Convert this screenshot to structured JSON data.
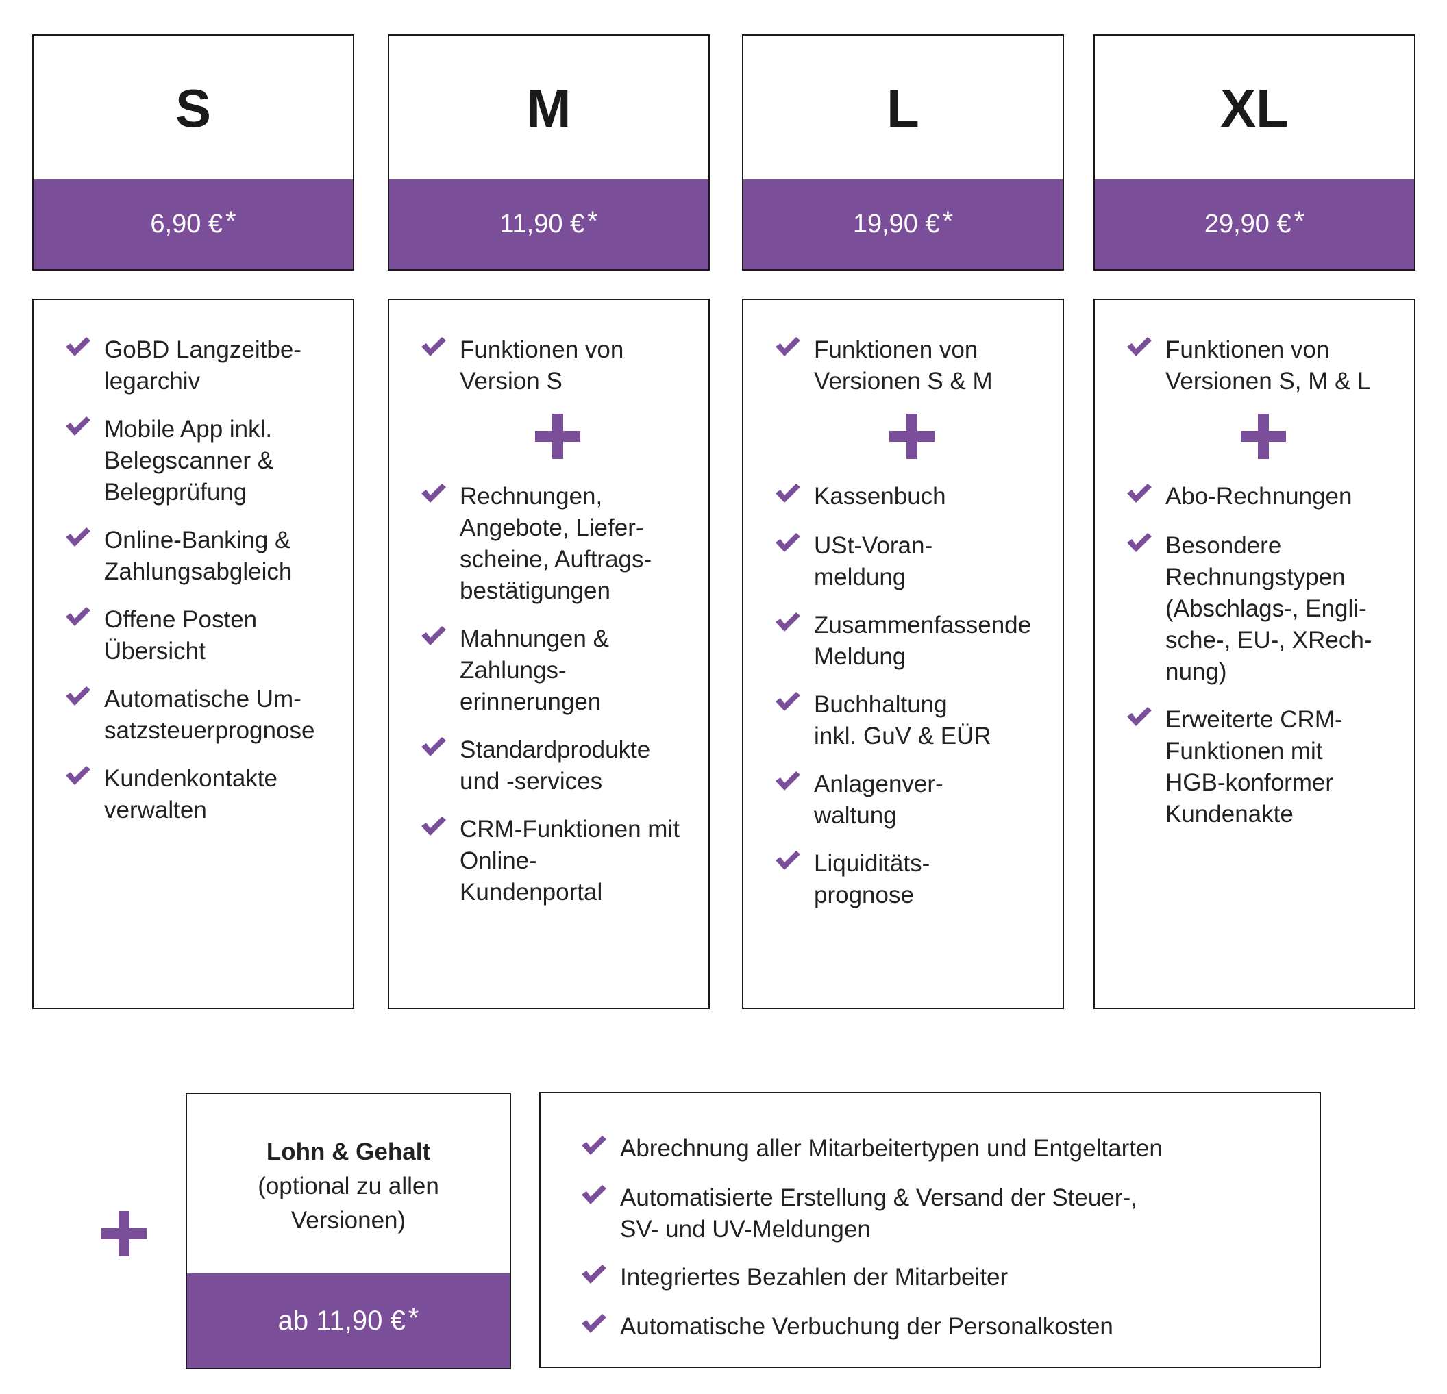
{
  "colors": {
    "accent": "#7b4e9a",
    "border": "#1a1a1a"
  },
  "icons": {
    "check": "check-icon",
    "plus": "plus-icon"
  },
  "plans": [
    {
      "name": "S",
      "price": "6,90 €",
      "asterisk": "*",
      "intro": null,
      "features": [
        "GoBD Langzeitbe-\nlegarchiv",
        "Mobile App inkl.\nBelegscanner &\nBelegprüfung",
        "Online-Banking &\nZahlungsabgleich",
        "Offene Posten\nÜbersicht",
        "Automatische Um-\nsatzsteuerprognose",
        "Kundenkontakte\nverwalten"
      ]
    },
    {
      "name": "M",
      "price": "11,90 €",
      "asterisk": "*",
      "intro": "Funktionen von\nVersion S",
      "features": [
        "Rechnungen,\nAngebote, Liefer-\nscheine, Auftrags-\nbestätigungen",
        "Mahnungen &\nZahlungs-\nerinnerungen",
        "Standardprodukte\nund -services",
        "CRM-Funktionen mit\nOnline-\nKundenportal"
      ]
    },
    {
      "name": "L",
      "price": "19,90 €",
      "asterisk": "*",
      "intro": "Funktionen von\nVersionen S & M",
      "features": [
        "Kassenbuch",
        "USt-Voran-\nmeldung",
        "Zusammenfassende\nMeldung",
        "Buchhaltung\ninkl. GuV & EÜR",
        "Anlagenver-\nwaltung",
        "Liquiditäts-\nprognose"
      ]
    },
    {
      "name": "XL",
      "price": "29,90 €",
      "asterisk": "*",
      "intro": "Funktionen von\nVersionen S, M & L",
      "features": [
        "Abo-Rechnungen",
        "Besondere\nRechnungstypen\n(Abschlags-, Engli-\nsche-, EU-, XRech-\nnung)",
        "Erweiterte CRM-\nFunktionen mit\nHGB-konformer\nKundenakte"
      ]
    }
  ],
  "addon": {
    "title": "Lohn & Gehalt",
    "subtitle": "(optional zu allen\nVersionen)",
    "price": "ab 11,90 €",
    "asterisk": "*",
    "features": [
      "Abrechnung aller Mitarbeitertypen und Entgeltarten",
      "Automatisierte Erstellung & Versand der Steuer-,\nSV- und UV-Meldungen",
      "Integriertes Bezahlen der Mitarbeiter",
      "Automatische Verbuchung der Personalkosten"
    ]
  }
}
